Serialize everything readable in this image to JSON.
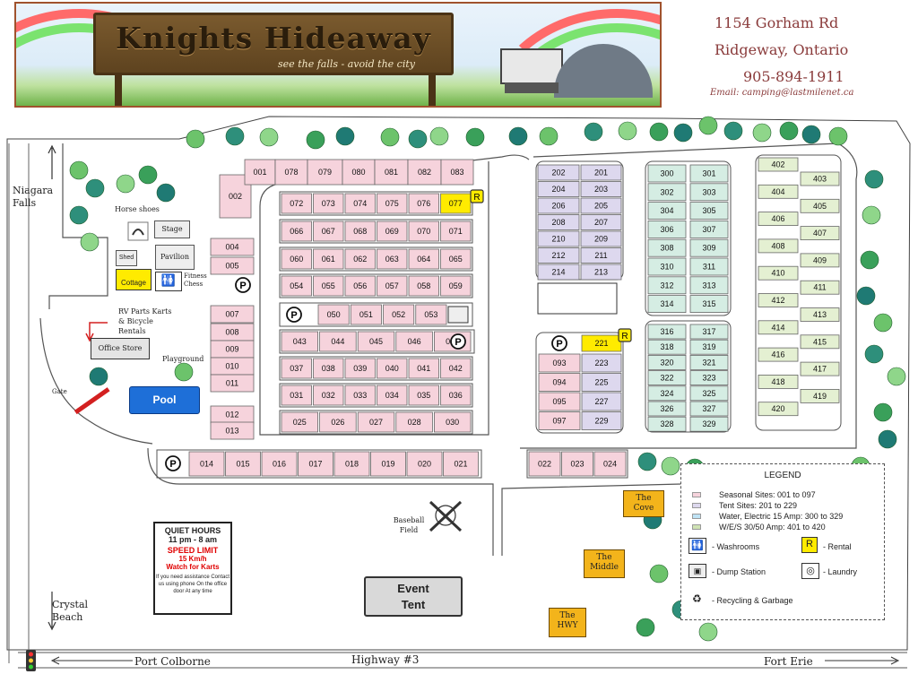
{
  "header": {
    "title": "Knights Hideaway",
    "tagline": "see the falls - avoid the city",
    "address_line1": "1154 Gorham Rd",
    "address_line2": "Ridgeway, Ontario",
    "phone": "905-894-1911",
    "email": "Email: camping@lastmilenet.ca"
  },
  "directions": {
    "niagara_falls": "Niagara Falls",
    "crystal_beach": "Crystal Beach",
    "port_colborne": "Port Colborne",
    "highway": "Highway #3",
    "fort_erie": "Fort Erie"
  },
  "facilities": {
    "horseshoes": "Horse shoes",
    "stage": "Stage",
    "shed": "Shed",
    "pavilion": "Pavilion",
    "cottage": "Cottage",
    "fitness_chess": "Fitness Chess",
    "rv_parts": "RV Parts Karts & Bicycle Rentals",
    "office_store": "Office Store",
    "playground": "Playground",
    "pool": "Pool",
    "gate": "Gate",
    "baseball": "Baseball Field",
    "event_tent": "Event Tent",
    "the_cove": "The Cove",
    "the_middle": "The Middle",
    "the_hwy": "The HWY"
  },
  "quiet_hours": {
    "title": "QUIET HOURS",
    "hours": "11 pm - 8 am",
    "speed_title": "SPEED LIMIT",
    "speed": "15 Km/h",
    "karts": "Watch for Karts",
    "note": "If you need assistance Contact us using phone On the office door At any time"
  },
  "legend": {
    "title": "LEGEND",
    "seasonal": "Seasonal Sites: 001 to 097",
    "tent": "Tent Sites: 201 to 229",
    "water": "Water, Electric 15 Amp: 300 to 329",
    "wes": "W/E/S 30/50 Amp: 401 to 420",
    "washrooms": "- Washrooms",
    "rental": "- Rental",
    "dump": "- Dump Station",
    "laundry": "- Laundry",
    "recycling": "- Recycling & Garbage",
    "rental_letter": "R"
  },
  "colors": {
    "seasonal": "#f6d3dc",
    "tent": "#ddd8ee",
    "water": "#d5ede3",
    "wes": "#e4f0d2",
    "rental": "#ffeb00",
    "pool": "#1e6fd8",
    "rainbow": "#ff5a5a"
  },
  "sites": {
    "top_row": [
      "002",
      "001",
      "078",
      "079",
      "080",
      "081",
      "082",
      "083"
    ],
    "rows": [
      [
        "072",
        "073",
        "074",
        "075",
        "076",
        "077"
      ],
      [
        "066",
        "067",
        "068",
        "069",
        "070",
        "071"
      ],
      [
        "060",
        "061",
        "062",
        "063",
        "064",
        "065"
      ],
      [
        "054",
        "055",
        "056",
        "057",
        "058",
        "059"
      ],
      [
        "050",
        "051",
        "052",
        "053"
      ],
      [
        "043",
        "044",
        "045",
        "046",
        "047"
      ],
      [
        "037",
        "038",
        "039",
        "040",
        "041",
        "042"
      ],
      [
        "031",
        "032",
        "033",
        "034",
        "035",
        "036"
      ],
      [
        "025",
        "026",
        "027",
        "028",
        "030"
      ]
    ],
    "left_col": [
      "004",
      "005",
      "007",
      "008",
      "009",
      "010",
      "011",
      "012",
      "013"
    ],
    "bottom_row": [
      "014",
      "015",
      "016",
      "017",
      "018",
      "019",
      "020",
      "021"
    ],
    "bottom_right": [
      "022",
      "023",
      "024"
    ],
    "tent_pairs": [
      [
        "202",
        "201"
      ],
      [
        "204",
        "203"
      ],
      [
        "206",
        "205"
      ],
      [
        "208",
        "207"
      ],
      [
        "210",
        "209"
      ],
      [
        "212",
        "211"
      ],
      [
        "214",
        "213"
      ]
    ],
    "mixed_pairs": [
      [
        "093",
        "223"
      ],
      [
        "094",
        "225"
      ],
      [
        "095",
        "227"
      ],
      [
        "097",
        "229"
      ]
    ],
    "site_221": "221",
    "water_pairs_a": [
      [
        "300",
        "301"
      ],
      [
        "302",
        "303"
      ],
      [
        "304",
        "305"
      ],
      [
        "306",
        "307"
      ],
      [
        "308",
        "309"
      ],
      [
        "310",
        "311"
      ],
      [
        "312",
        "313"
      ],
      [
        "314",
        "315"
      ]
    ],
    "water_pairs_b": [
      [
        "316",
        "317"
      ],
      [
        "318",
        "319"
      ],
      [
        "320",
        "321"
      ],
      [
        "322",
        "323"
      ],
      [
        "324",
        "325"
      ],
      [
        "326",
        "327"
      ],
      [
        "328",
        "329"
      ]
    ],
    "wes_left": [
      "402",
      "404",
      "406",
      "408",
      "410",
      "412",
      "414",
      "416",
      "418",
      "420"
    ],
    "wes_right": [
      "403",
      "405",
      "407",
      "409",
      "411",
      "413",
      "415",
      "417",
      "419"
    ]
  }
}
